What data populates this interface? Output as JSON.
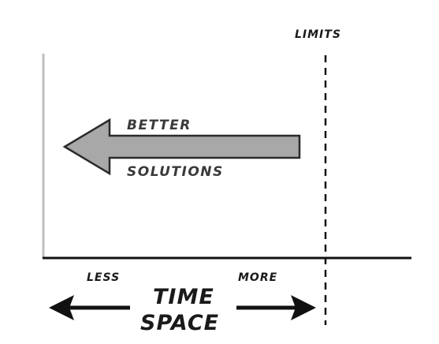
{
  "labels": {
    "limits": "LIMITS",
    "better": "BETTER",
    "solutions": "SOLUTIONS",
    "less": "LESS",
    "more": "MORE",
    "time": "TIME",
    "space": "SPACE"
  },
  "colors": {
    "ink": "#111111",
    "arrow_fill": "#a8a8a8",
    "arrow_stroke": "#2a2a2a",
    "y_axis": "#bfbfbf"
  }
}
